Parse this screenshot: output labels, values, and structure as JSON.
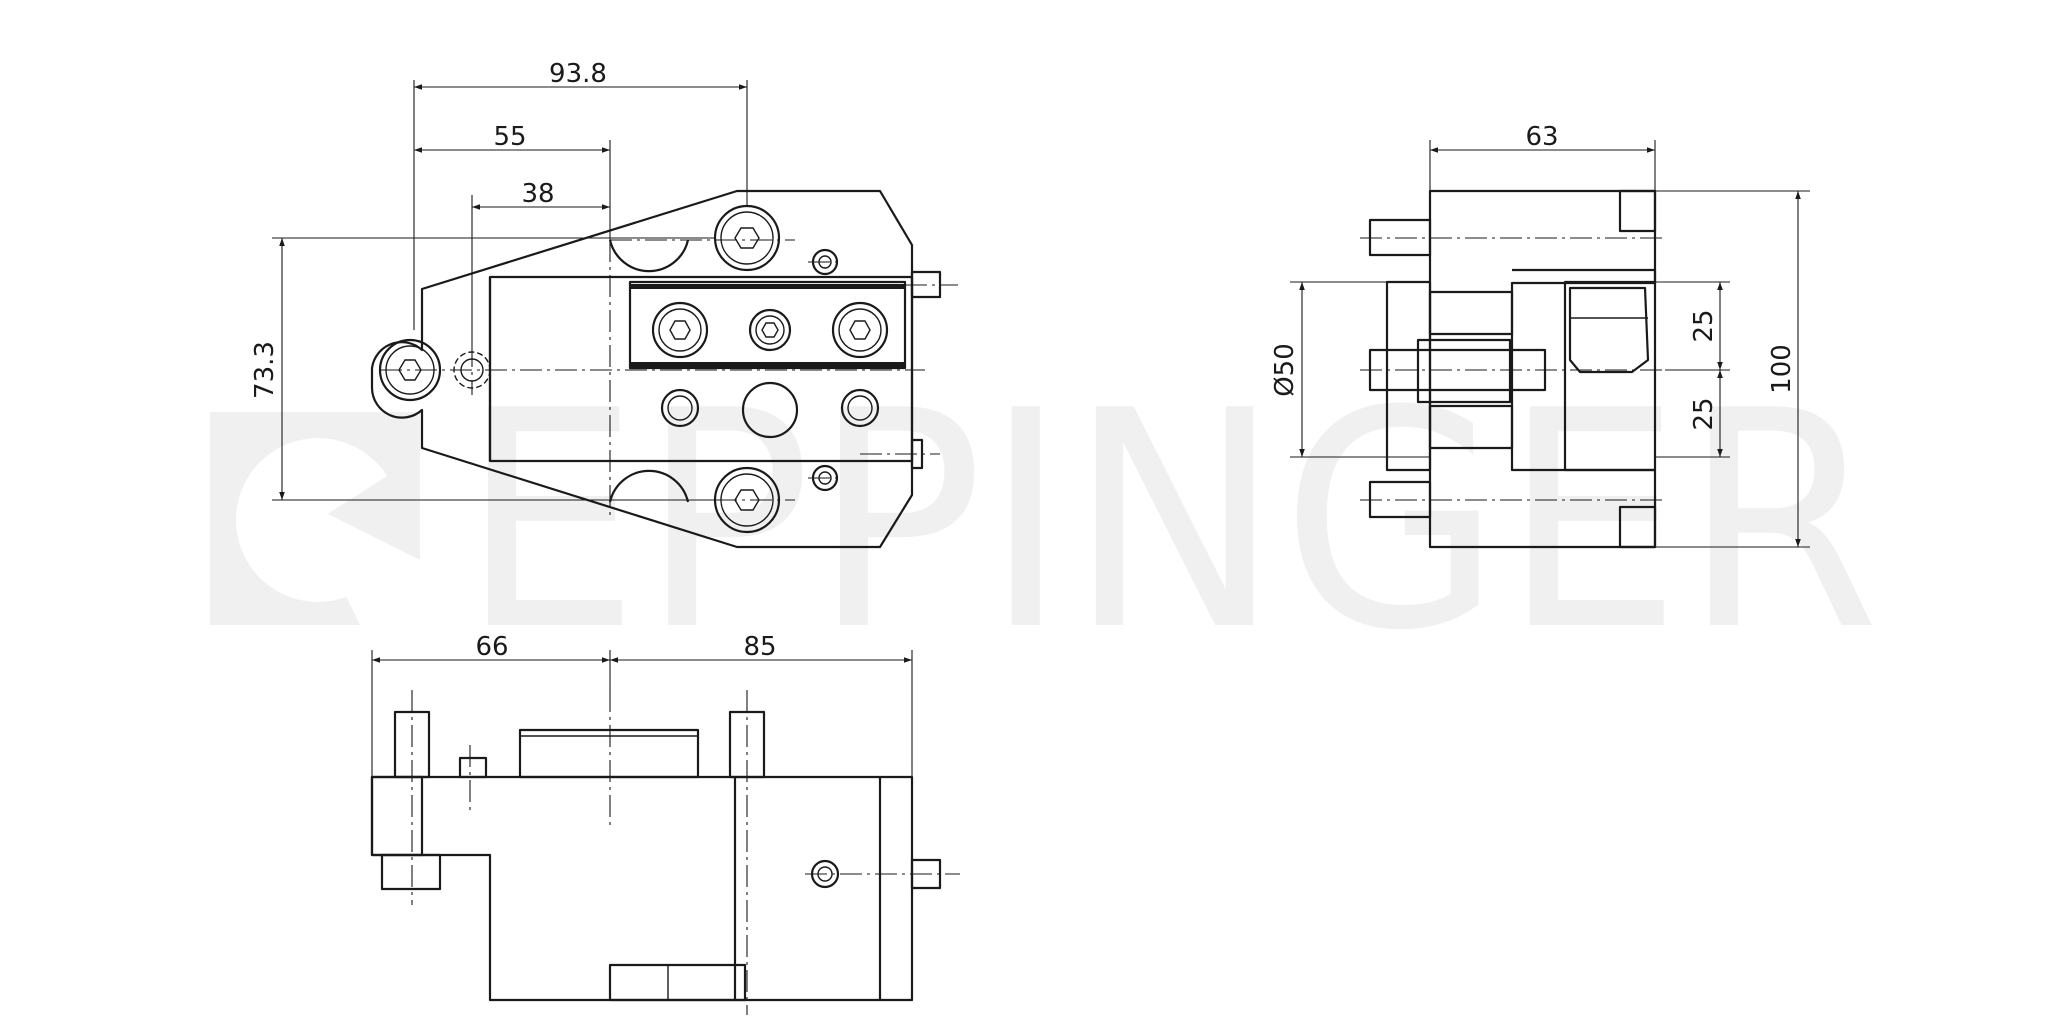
{
  "watermark": {
    "brand": "EPPINGER",
    "color": "#f0f0f0"
  },
  "dimensions": {
    "front_view": {
      "overall_width": "93.8",
      "to_center": "55",
      "to_pin": "38",
      "height": "73.3"
    },
    "side_view": {
      "width": "63",
      "diameter": "Ø50",
      "upper_offset": "25",
      "lower_offset": "25",
      "total_height": "100"
    },
    "bottom_view": {
      "left_length": "66",
      "right_length": "85"
    }
  },
  "colors": {
    "line": "#1a1a1a",
    "background": "#ffffff"
  }
}
